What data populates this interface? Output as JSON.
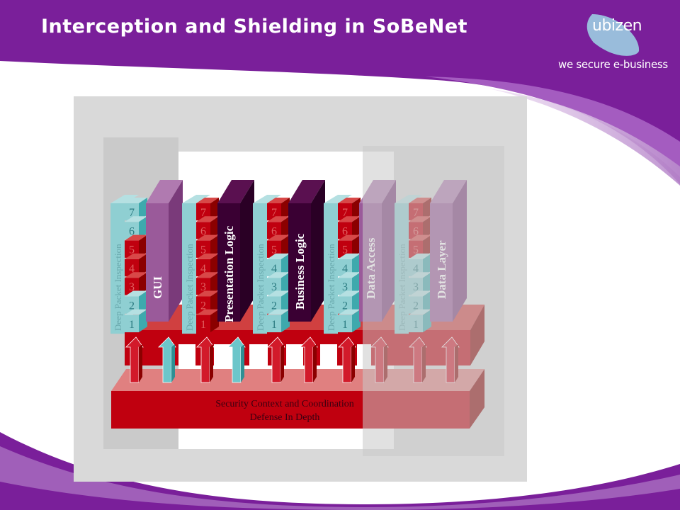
{
  "slide": {
    "title": "Interception and Shielding in SoBeNet",
    "logo_text": "ubizen",
    "tagline": "we secure e-business"
  },
  "colors": {
    "purple": "#7a1f9a",
    "teal": "#8fcfd2",
    "teal_dark": "#3ea9ad",
    "red": "#c0000f",
    "red_dark": "#8b0000",
    "layer_purple": "#9a5a9a",
    "dark_plum": "#3a0033"
  },
  "diagram": {
    "inspection_label": "Deep Packet Inspection",
    "osi_layers": [
      "1",
      "2",
      "3",
      "4",
      "5",
      "6",
      "7"
    ],
    "tiers": [
      {
        "label": "GUI"
      },
      {
        "label": "Presentation Logic"
      },
      {
        "label": "Business Logic"
      },
      {
        "label": "Data Access"
      },
      {
        "label": "Data Layer"
      }
    ],
    "security_context": {
      "line1": "Security Context and Coordination",
      "line2": "Defense In Depth"
    }
  }
}
